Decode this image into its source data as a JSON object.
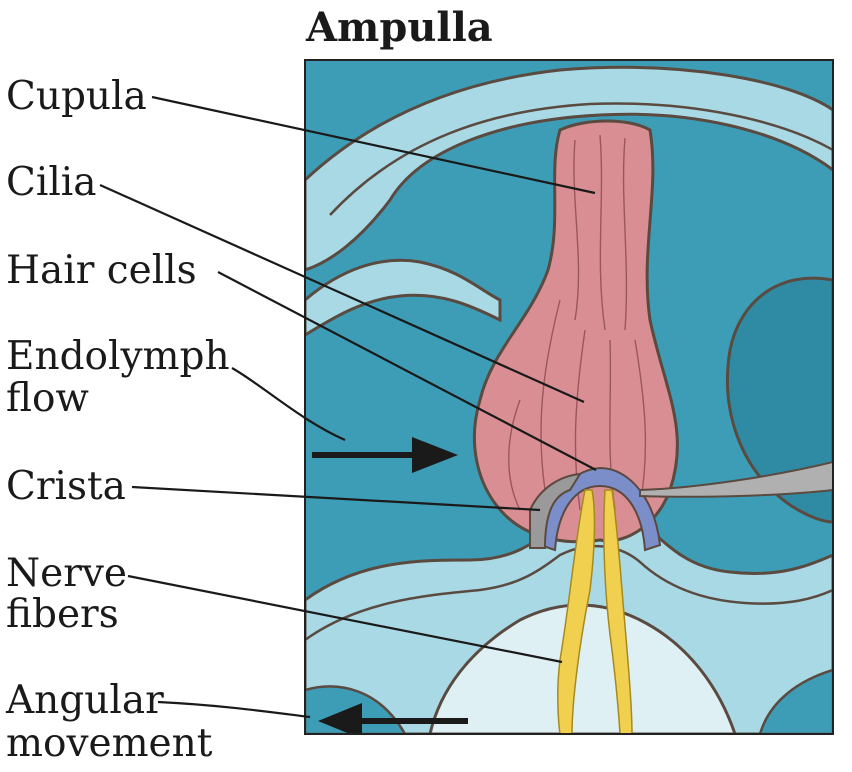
{
  "title": "Ampulla",
  "labels": {
    "cupula": "Cupula",
    "cilia": "Cilia",
    "hair_cells": "Hair cells",
    "endolymph_1": "Endolymph",
    "endolymph_2": "flow",
    "crista": "Crista",
    "nerve_1": "Nerve",
    "nerve_2": "fibers",
    "angular_1": "Angular",
    "angular_2": "movement"
  },
  "colors": {
    "fluid": "#3e9db6",
    "wall": "#a9d9e5",
    "tissue_light": "#dff0f5",
    "cupula": "#d98e93",
    "nerve": "#f1cf4f",
    "hair_band": "#7c8ec9",
    "crista_gray": "#9a9a9a",
    "outline": "#5a4a40"
  }
}
